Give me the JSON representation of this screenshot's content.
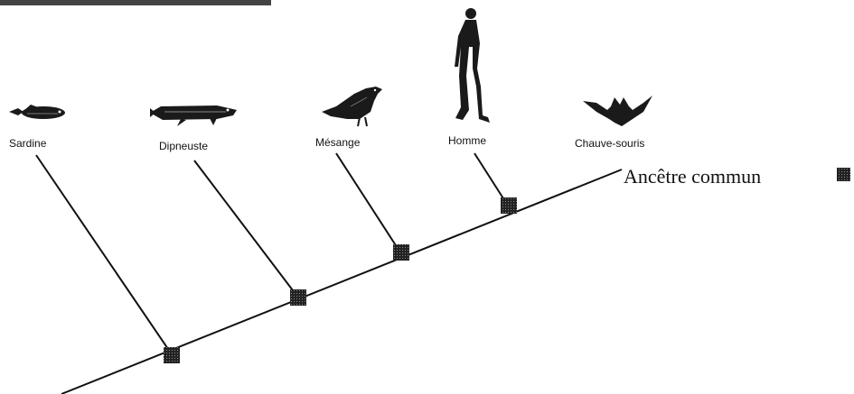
{
  "diagram": {
    "type": "cladogram",
    "species": [
      {
        "name": "Sardine",
        "icon": "fish-icon"
      },
      {
        "name": "Dipneuste",
        "icon": "lungfish-icon"
      },
      {
        "name": "Mésange",
        "icon": "bird-icon"
      },
      {
        "name": "Homme",
        "icon": "human-icon"
      },
      {
        "name": "Chauve-souris",
        "icon": "bat-icon"
      }
    ],
    "legend": {
      "label": "Ancêtre commun",
      "symbol": "ancestor-node-square"
    },
    "colors": {
      "line": "#111111",
      "node": "#222222",
      "text": "#111111"
    }
  }
}
